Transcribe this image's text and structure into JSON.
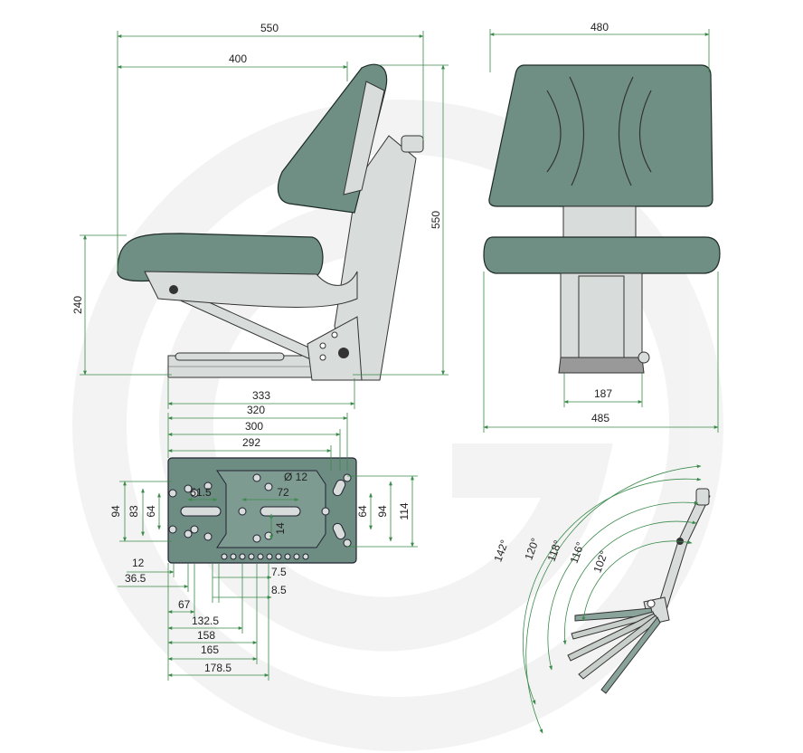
{
  "side_view": {
    "width_overall": "550",
    "depth_back": "400",
    "height_overall": "550",
    "seat_height": "240",
    "base_length": "333"
  },
  "front_view": {
    "backrest_width": "480",
    "base_width": "187",
    "seat_width": "485"
  },
  "base_plate": {
    "top_dims": [
      "320",
      "300",
      "292"
    ],
    "hole_diameter": "Ø 12",
    "inner_h_1": "51.5",
    "inner_h_2": "72",
    "inner_v": "14",
    "left_v": [
      "94",
      "83",
      "64"
    ],
    "right_v": [
      "64",
      "94",
      "114"
    ],
    "bottom_left_small": [
      "12",
      "36.5"
    ],
    "bottom_right_small": [
      "7.5",
      "8.5"
    ],
    "bottom_dims": [
      "67",
      "132.5",
      "158",
      "165",
      "178.5"
    ]
  },
  "tilt_view": {
    "angles": [
      "142°",
      "120°",
      "118°",
      "116°",
      "102°"
    ]
  },
  "colors": {
    "dimension_line": "#3a8a4a",
    "seat_fill": "#6f8f85",
    "metal_fill": "#d8dcda"
  }
}
